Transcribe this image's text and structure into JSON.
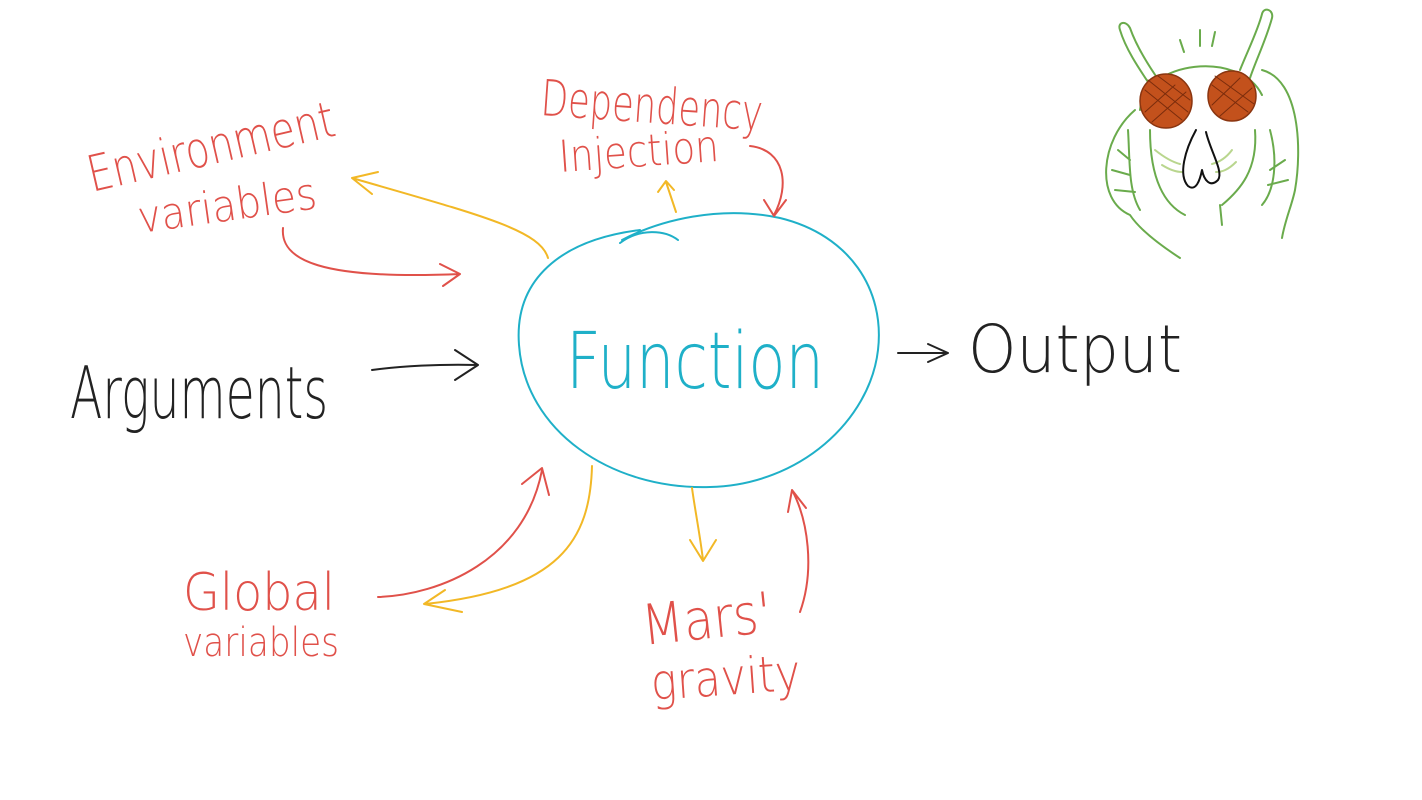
{
  "center": {
    "label": "Function",
    "color": "#1fb0c8"
  },
  "input": {
    "label": "Arguments",
    "color": "#222222"
  },
  "output": {
    "label": "Output",
    "color": "#222222"
  },
  "side_inputs": [
    {
      "id": "environment-variables",
      "lines": [
        "Environment",
        "variables"
      ],
      "color": "#e0514a"
    },
    {
      "id": "dependency-injection",
      "lines": [
        "Dependency",
        "Injection"
      ],
      "color": "#e0514a"
    },
    {
      "id": "global-variables",
      "lines": [
        "Global",
        "variables"
      ],
      "color": "#e0514a"
    },
    {
      "id": "mars-gravity",
      "lines": [
        "Mars'",
        "gravity"
      ],
      "color": "#e0514a"
    }
  ],
  "colors": {
    "input_arrow": "#e0514a",
    "output_arrow": "#f2b826",
    "main_arrow": "#222222",
    "moth_body": "#6aab4c",
    "moth_eyes": "#c3511c",
    "moth_nose": "#111111"
  },
  "mascot": {
    "kind": "moth-doodle"
  }
}
